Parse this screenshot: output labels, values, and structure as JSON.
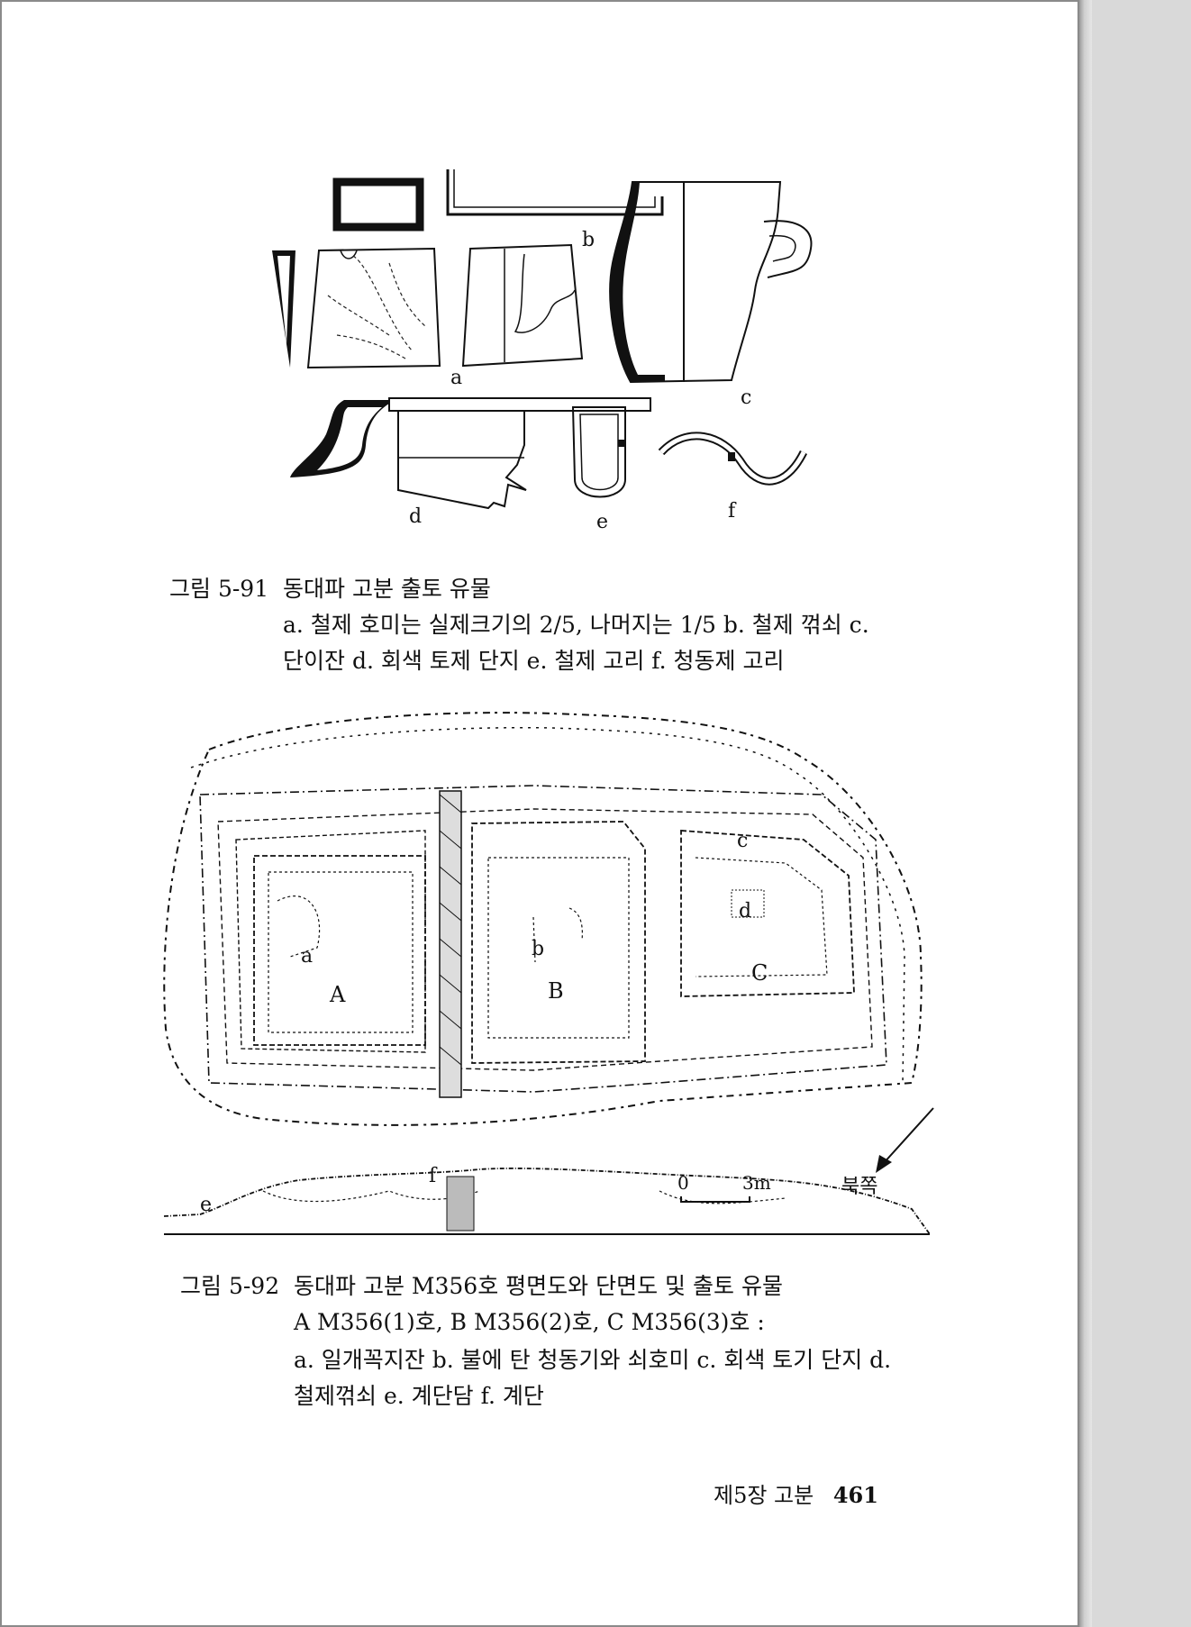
{
  "figure1": {
    "labels": {
      "a": "a",
      "b": "b",
      "c": "c",
      "d": "d",
      "e": "e",
      "f": "f"
    },
    "caption_label": "그림 5-91",
    "caption_title": "동대파 고분 출토 유물",
    "caption_line2": "a. 철제 호미는 실제크기의 2/5, 나머지는 1/5  b. 철제 꺾쇠  c.",
    "caption_line3": "단이잔  d. 회색 토제 단지 e. 철제 고리  f. 청동제 고리"
  },
  "figure2": {
    "labels": {
      "a": "a",
      "b": "b",
      "c": "c",
      "d": "d",
      "A": "A",
      "B": "B",
      "C": "C",
      "e": "e",
      "f": "f"
    },
    "scale_zero": "0",
    "scale_value": "3m",
    "north": "북쪽",
    "caption_label": "그림 5-92",
    "caption_title": "동대파 고분 M356호 평면도와 단면도 및 출토 유물",
    "caption_line2": "A M356(1)호, B M356(2)호, C M356(3)호 :",
    "caption_line3": "a. 일개꼭지잔  b. 불에 탄 청동기와 쇠호미  c. 회색 토기 단지  d.",
    "caption_line4": "철제꺾쇠  e. 계단담  f. 계단"
  },
  "footer": {
    "chapter": "제5장 고분",
    "page_number": "461"
  }
}
